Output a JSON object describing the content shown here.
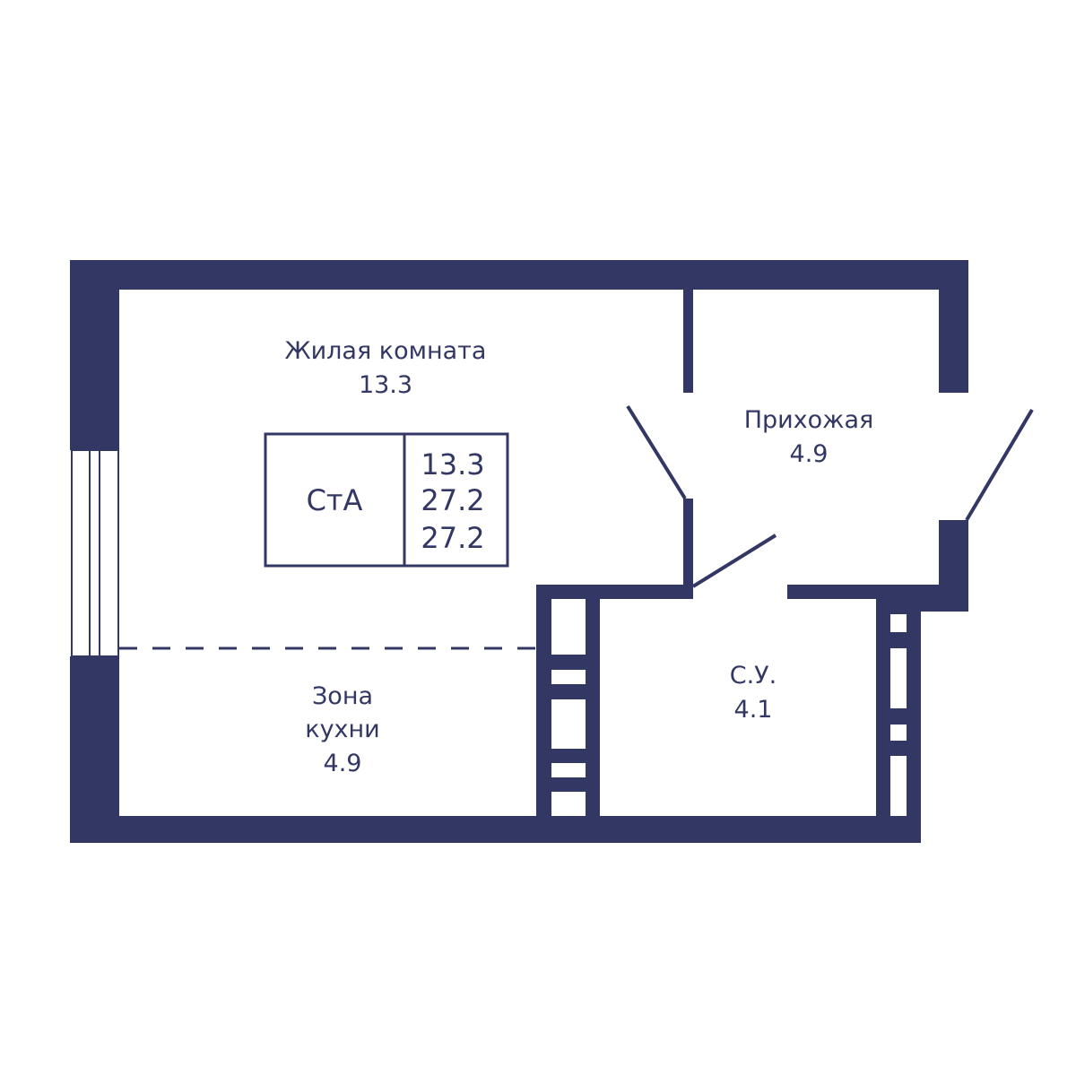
{
  "colors": {
    "wall": "#323764",
    "background": "#ffffff"
  },
  "rooms": {
    "living": {
      "name": "Жилая комната",
      "area": "13.3"
    },
    "hallway": {
      "name": "Прихожая",
      "area": "4.9"
    },
    "bathroom": {
      "name": "С.У.",
      "area": "4.1"
    },
    "kitchen": {
      "name_line1": "Зона",
      "name_line2": "кухни",
      "area": "4.9"
    }
  },
  "info_box": {
    "type": "СтА",
    "living_area": "13.3",
    "total_area": "27.2",
    "total_area_2": "27.2"
  }
}
